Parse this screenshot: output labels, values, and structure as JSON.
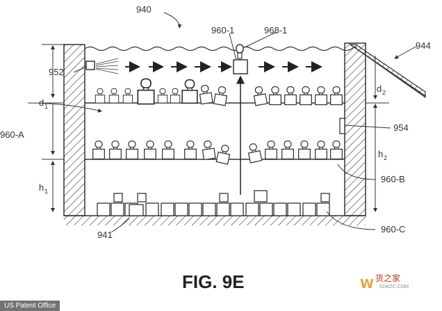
{
  "figure_title": "FIG. 9E",
  "labels": {
    "ref_940": "940",
    "ref_944": "944",
    "ref_952": "952",
    "ref_954": "954",
    "ref_941": "941",
    "ref_960_1": "960-1",
    "ref_968_1": "968-1",
    "ref_960_A": "960-A",
    "ref_960_B": "960-B",
    "ref_960_C": "960-C",
    "d1_main": "d",
    "d1_sub": "1",
    "d2_main": "d",
    "d2_sub": "2",
    "h1_main": "h",
    "h1_sub": "1",
    "h2_main": "h",
    "h2_sub": "2"
  },
  "credit": "US Patent Office",
  "watermark": {
    "logo": "W",
    "text": "货之家",
    "sub": "51WZC.COM"
  },
  "colors": {
    "line": "#333333",
    "watermark_orange": "#e8a33b",
    "watermark_red": "#c0392b"
  }
}
